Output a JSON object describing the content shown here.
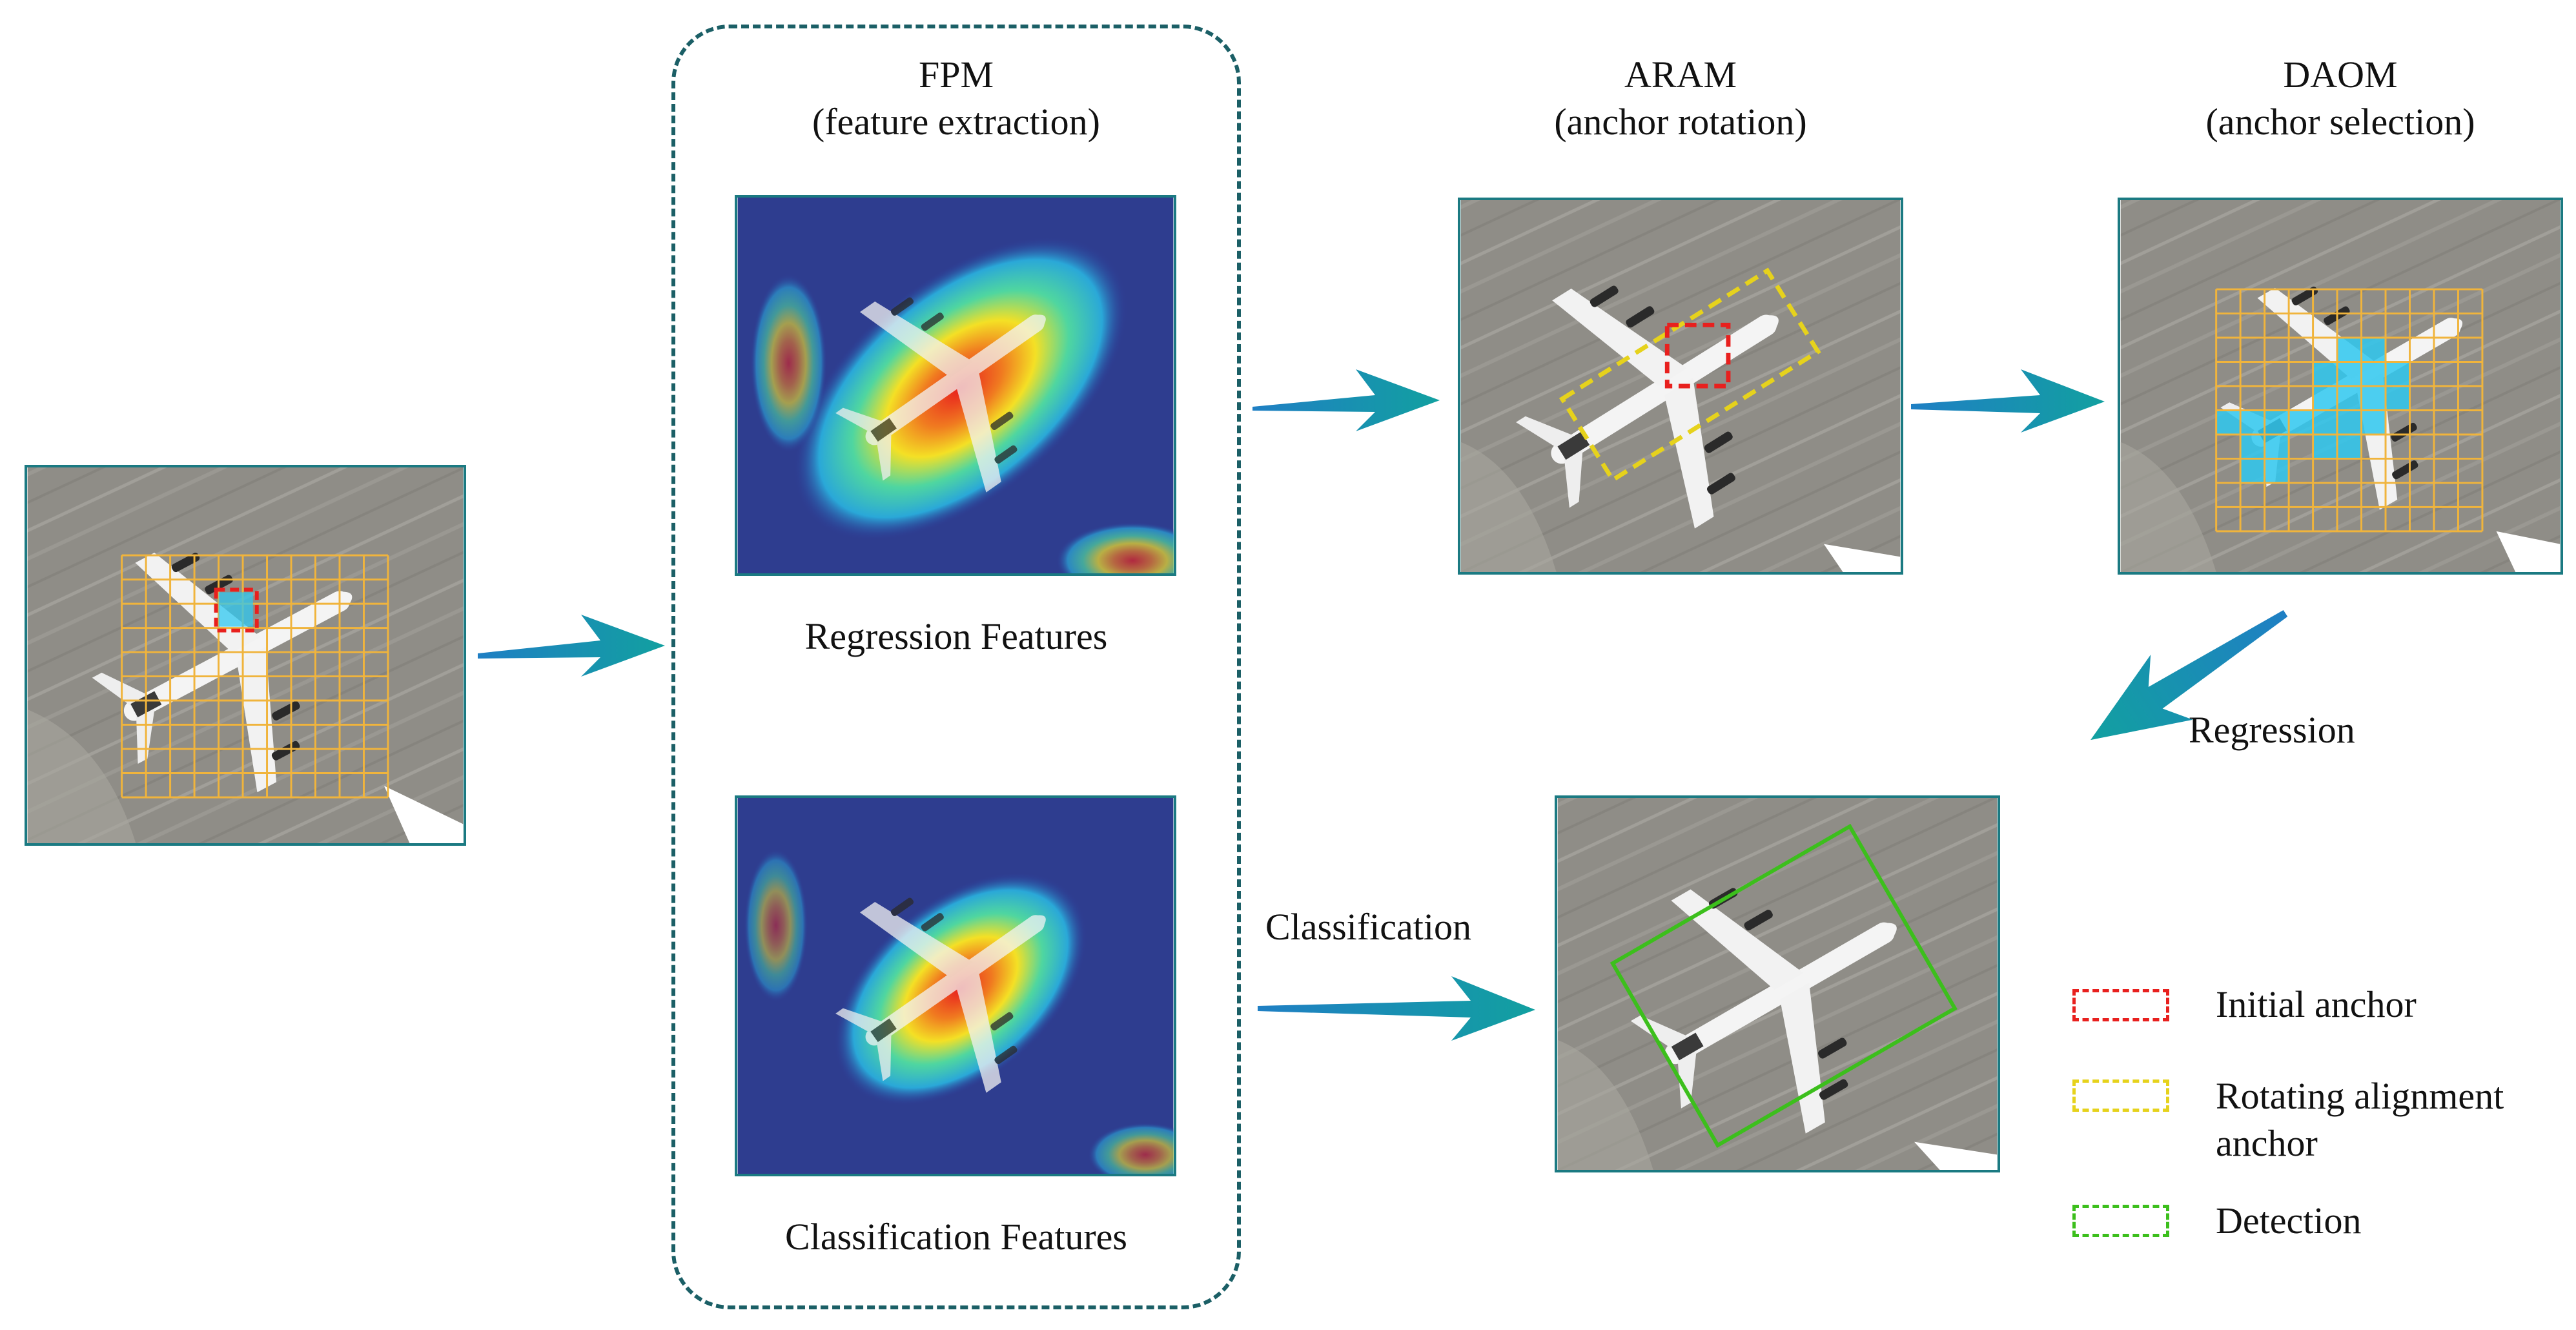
{
  "modules": {
    "fpm": {
      "name": "FPM",
      "desc": "(feature extraction)"
    },
    "aram": {
      "name": "ARAM",
      "desc": "(anchor rotation)"
    },
    "daom": {
      "name": "DAOM",
      "desc": "(anchor selection)"
    }
  },
  "feature_labels": {
    "regression": "Regression Features",
    "classification": "Classification Features"
  },
  "arrow_labels": {
    "regression": "Regression",
    "classification": "Classification"
  },
  "legend": [
    {
      "label_lines": [
        "Initial anchor"
      ],
      "color": "#e8201e"
    },
    {
      "label_lines": [
        "Rotating alignment",
        "anchor"
      ],
      "color": "#e6d21c"
    },
    {
      "label_lines": [
        "Detection"
      ],
      "color": "#3cbf1c"
    }
  ],
  "colors": {
    "panel_border": "#1b7a82",
    "arrow": "#1a8ea0",
    "grid": "#f0b43c",
    "selected_cells": "#2fc8f0",
    "runway": "#8c8a84"
  },
  "icons": {
    "airplane": "airplane-icon"
  }
}
